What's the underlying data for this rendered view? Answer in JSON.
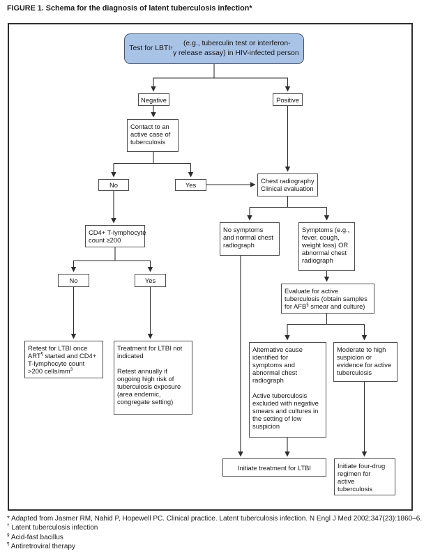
{
  "figure": {
    "title": "FIGURE 1. Schema for the diagnosis of latent tuberculosis infection*"
  },
  "nodes": {
    "test": {
      "segments": [
        {
          "t": "Test for LBTI"
        },
        {
          "t": "†",
          "sup": true
        },
        {
          "t": " (e.g., tuberculin test or interferon-\nγ release assay) in HIV-infected person"
        }
      ]
    },
    "negative": {
      "label": "Negative"
    },
    "positive": {
      "label": "Positive"
    },
    "contact": {
      "label": "Contact to an\nactive case of\ntuberculosis"
    },
    "no1": {
      "label": "No"
    },
    "yes1": {
      "label": "Yes"
    },
    "chest": {
      "label": "Chest radiography\nClinical evaluation"
    },
    "cd4": {
      "label": "CD4+ T-lymphocyte\ncount ≥200"
    },
    "no2": {
      "label": "No"
    },
    "yes2": {
      "label": "Yes"
    },
    "retest": {
      "segments": [
        {
          "t": "Retest for LTBI once\nART"
        },
        {
          "t": "¶",
          "sup": true
        },
        {
          "t": " started and CD4+\nT-lymphocyte count\n>200 cells/mm"
        },
        {
          "t": "3",
          "sup": true
        }
      ]
    },
    "treatment_not_indicated": {
      "label": "Treatment for LTBI not\nindicated\n\nRetest annually if\nongoing high risk of\ntuberculosis exposure\n(area endemic,\ncongregate setting)"
    },
    "no_symptoms": {
      "label": "No symptoms\nand normal chest\nradiograph"
    },
    "symptoms": {
      "label": "Symptoms (e.g.,\nfever, cough,\nweight loss) OR\nabnormal chest\nradiograph"
    },
    "evaluate": {
      "segments": [
        {
          "t": "Evaluate for active\ntuberculosis (obtain samples\nfor AFB"
        },
        {
          "t": "§",
          "sup": true
        },
        {
          "t": " smear and culture)"
        }
      ]
    },
    "alternative_cause": {
      "label": "Alternative cause\nidentified for\nsymptoms and\nabnormal chest\nradiograph\n\nActive tuberculosis\nexcluded with negative\nsmears and cultures in\nthe setting of low\nsuspicion"
    },
    "moderate_high": {
      "label": "Moderate to high\nsuspicion or\nevidence for active\ntuberculosis"
    },
    "initiate_ltbi": {
      "label": "Initiate treatment for LTBI"
    },
    "initiate_four_drug": {
      "label": "Initiate four-drug\nregimen for\nactive\ntuberculosis"
    }
  },
  "footnotes": [
    {
      "segments": [
        {
          "t": "* Adapted from Jasmer RM, Nahid P, Hopewell PC. Clinical practice. Latent tuberculosis infection. N Engl J Med 2002;347(23):1860–6."
        }
      ]
    },
    {
      "segments": [
        {
          "t": "†",
          "sup": true
        },
        {
          "t": " Latent tuberculosis infection"
        }
      ]
    },
    {
      "segments": [
        {
          "t": "§",
          "sup": true
        },
        {
          "t": " Acid-fast bacillus"
        }
      ]
    },
    {
      "segments": [
        {
          "t": "¶",
          "sup": true
        },
        {
          "t": " Antiretroviral therapy"
        }
      ]
    }
  ],
  "colors": {
    "highlight_fill": "#a9c3e6",
    "highlight_border": "#47536b",
    "box_border": "#4d4d4d",
    "line": "#2e2e2e"
  }
}
